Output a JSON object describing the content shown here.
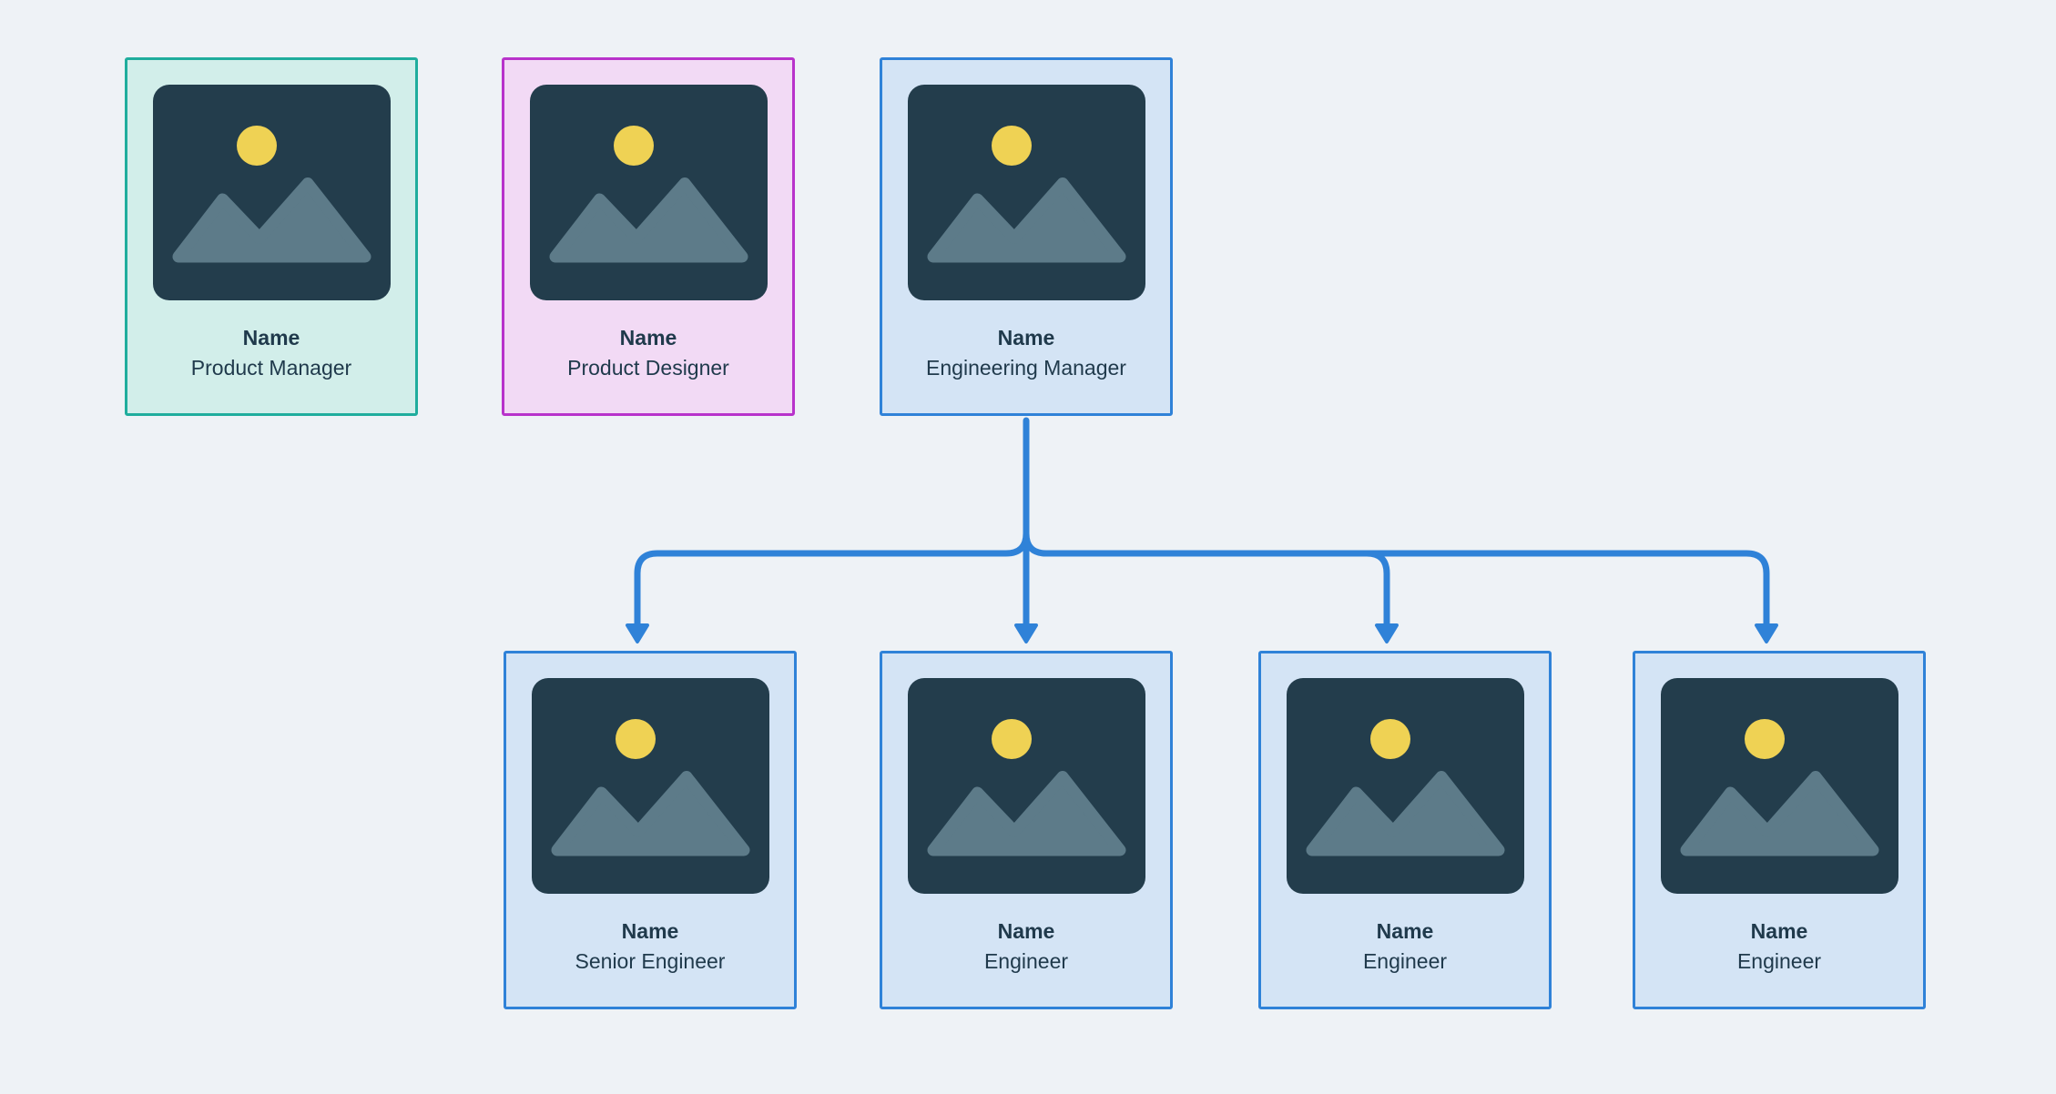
{
  "canvas": {
    "background": "#EEF2F6",
    "connector_color": "#2F82D8"
  },
  "text_color": "#203A4C",
  "placeholder_icon": {
    "background": "#233D4C",
    "sun": "#EFD254",
    "mountains": "#5D7B89"
  },
  "cards": [
    {
      "name": "Name",
      "role": "Product Manager",
      "border": "#1FAD9D",
      "background": "#D2EEEA"
    },
    {
      "name": "Name",
      "role": "Product Designer",
      "border": "#B833CB",
      "background": "#F2DAF5"
    },
    {
      "name": "Name",
      "role": "Engineering Manager",
      "border": "#2F82D8",
      "background": "#D4E4F5"
    },
    {
      "name": "Name",
      "role": "Senior Engineer",
      "border": "#2F82D8",
      "background": "#D4E4F5"
    },
    {
      "name": "Name",
      "role": "Engineer",
      "border": "#2F82D8",
      "background": "#D4E4F5"
    },
    {
      "name": "Name",
      "role": "Engineer",
      "border": "#2F82D8",
      "background": "#D4E4F5"
    },
    {
      "name": "Name",
      "role": "Engineer",
      "border": "#2F82D8",
      "background": "#D4E4F5"
    }
  ]
}
